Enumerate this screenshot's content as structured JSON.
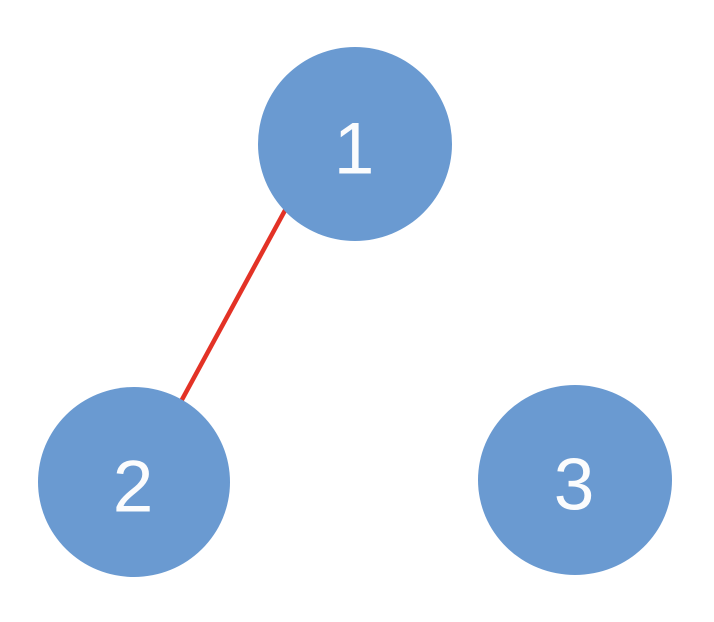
{
  "diagram": {
    "type": "graph",
    "background_color": "#ffffff",
    "node_fill_color": "#6A9AD1",
    "node_label_color": "#FBFCFD",
    "edge_color": "#E33226",
    "nodes": [
      {
        "label": "1"
      },
      {
        "label": "2"
      },
      {
        "label": "3"
      }
    ],
    "edges": [
      {
        "from": "1",
        "to": "2",
        "color": "#E33226",
        "style": "solid"
      }
    ]
  }
}
